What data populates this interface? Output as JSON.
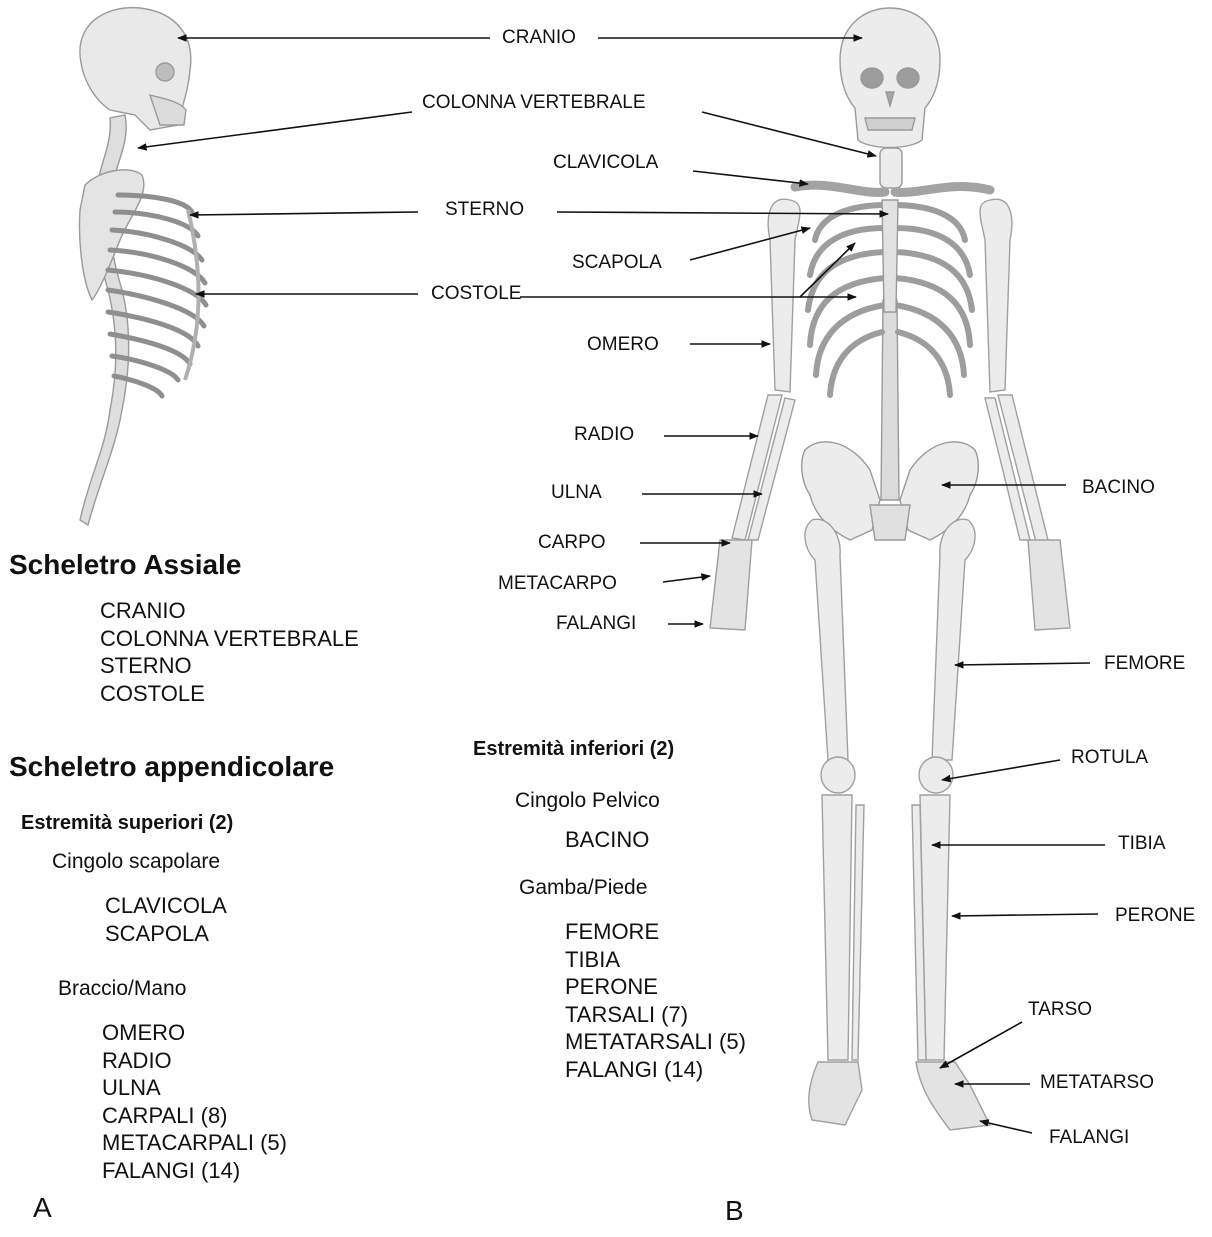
{
  "labels": {
    "cranio": "CRANIO",
    "colonna_vertebrale": "COLONNA VERTEBRALE",
    "clavicola": "CLAVICOLA",
    "sterno": "STERNO",
    "scapola": "SCAPOLA",
    "costole": "COSTOLE",
    "omero": "OMERO",
    "radio": "RADIO",
    "ulna": "ULNA",
    "carpo": "CARPO",
    "metacarpo": "METACARPO",
    "falangi_mano": "FALANGI",
    "bacino": "BACINO",
    "femore": "FEMORE",
    "rotula": "ROTULA",
    "tibia": "TIBIA",
    "perone": "PERONE",
    "tarso": "TARSO",
    "metatarso": "METATARSO",
    "falangi_piede": "FALANGI"
  },
  "assiale": {
    "title": "Scheletro Assiale",
    "items": [
      "CRANIO",
      "COLONNA VERTEBRALE",
      "STERNO",
      "COSTOLE"
    ]
  },
  "appendicolare": {
    "title": "Scheletro appendicolare",
    "superiori": {
      "title": "Estremità superiori (2)",
      "cingolo_title": "Cingolo scapolare",
      "cingolo_items": [
        "CLAVICOLA",
        "SCAPOLA"
      ],
      "braccio_title": "Braccio/Mano",
      "braccio_items": [
        "OMERO",
        "RADIO",
        "ULNA",
        "CARPALI (8)",
        "METACARPALI (5)",
        "FALANGI (14)"
      ]
    },
    "inferiori": {
      "title": "Estremità inferiori (2)",
      "cingolo_title": "Cingolo Pelvico",
      "cingolo_items": [
        "BACINO"
      ],
      "gamba_title": "Gamba/Piede",
      "gamba_items": [
        "FEMORE",
        "TIBIA",
        "PERONE",
        "TARSALI (7)",
        "METATARSALI (5)",
        "FALANGI (14)"
      ]
    }
  },
  "panels": {
    "a": "A",
    "b": "B"
  }
}
